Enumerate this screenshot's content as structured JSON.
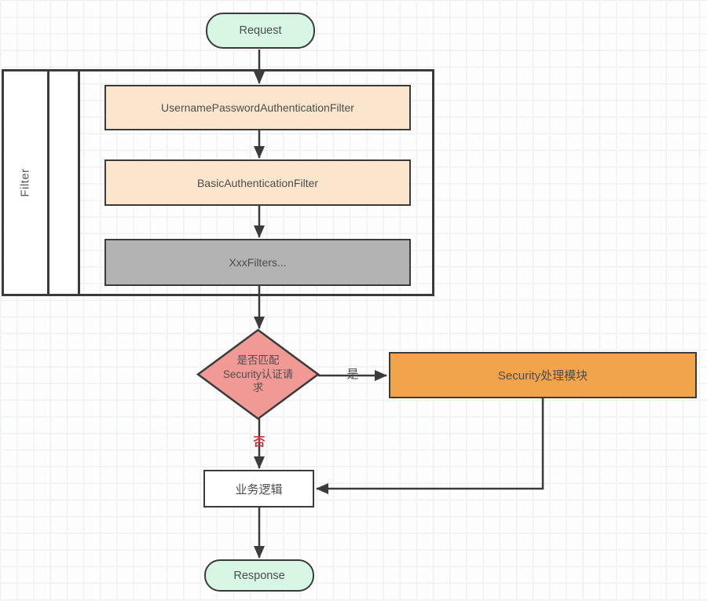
{
  "flowchart": {
    "nodes": {
      "request": {
        "label": "Request",
        "fill": "#d7f6e3"
      },
      "filter_lane": {
        "label": "Filter"
      },
      "username_password_filter": {
        "label": "UsernamePasswordAuthenticationFilter",
        "fill": "#fce5cd"
      },
      "basic_auth_filter": {
        "label": "BasicAuthenticationFilter",
        "fill": "#fce5cd"
      },
      "xxx_filters": {
        "label": "XxxFilters...",
        "fill": "#b3b3b3"
      },
      "decision": {
        "label": "是否匹配Security认证请求",
        "fill": "#f19a95"
      },
      "security_module": {
        "label": "Security处理模块",
        "fill": "#f2a44d"
      },
      "business_logic": {
        "label": "业务逻辑",
        "fill": "#ffffff"
      },
      "response": {
        "label": "Response",
        "fill": "#d7f6e3"
      }
    },
    "edge_labels": {
      "yes": {
        "text": "是",
        "color": "#4d4d4d"
      },
      "no": {
        "text": "否",
        "color": "#cc3333"
      }
    },
    "style": {
      "line_color": "#3b3b3b",
      "text_color": "#4d4d4d",
      "grid_color": "#eef1f3"
    }
  }
}
